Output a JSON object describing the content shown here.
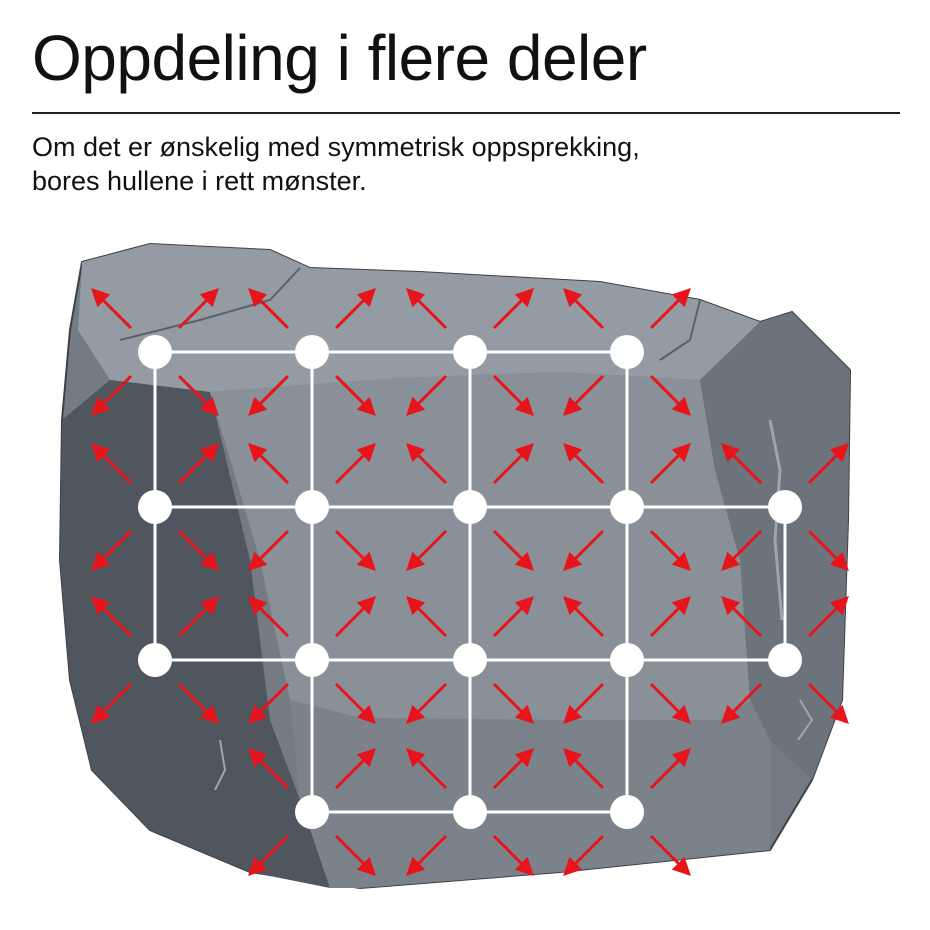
{
  "header": {
    "title": "Oppdeling i flere deler",
    "subtitle_line1": "Om det er ønskelig med symmetrisk oppsprekking,",
    "subtitle_line2": "bores hullene i rett mønster."
  },
  "diagram": {
    "colors": {
      "arrow": "#e8141c",
      "hole": "#ffffff",
      "grid_line": "#ffffff",
      "rock_light": "#8d939a",
      "rock_mid": "#737a82",
      "rock_dark": "#4d545c",
      "rock_outline": "#3c4249"
    },
    "hole_rows": [
      4,
      5,
      5,
      3
    ],
    "hole_symbol": "white-circle-drill-hole",
    "arrow_symbol": "red-crack-direction-arrow"
  }
}
